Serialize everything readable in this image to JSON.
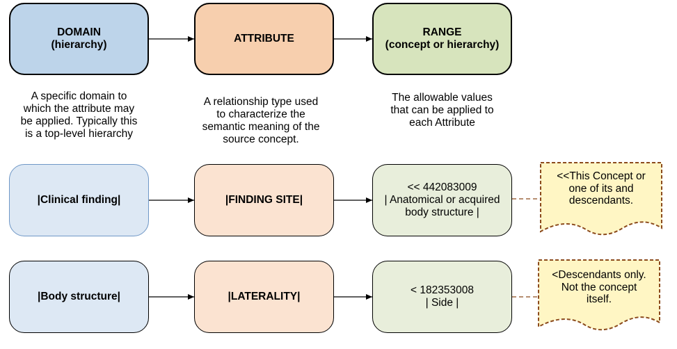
{
  "header": {
    "domain": {
      "line1": "DOMAIN",
      "line2": "(hierarchy)",
      "color": "#bdd4ea"
    },
    "attribute": {
      "line1": "ATTRIBUTE",
      "color": "#f7cfae"
    },
    "range": {
      "line1": "RANGE",
      "line2": "(concept or hierarchy)",
      "color": "#d7e4bd"
    }
  },
  "descriptions": {
    "domain": [
      "A specific domain to",
      "which the attribute may",
      "be applied. Typically this",
      "is a top-level hierarchy"
    ],
    "attribute": [
      "A relationship type used",
      "to characterize the",
      "semantic meaning of the",
      "source concept."
    ],
    "range": [
      "The allowable values",
      "that can be applied to",
      "each Attribute"
    ]
  },
  "rows": [
    {
      "domain": "|Clinical finding|",
      "attribute": "|FINDING SITE|",
      "range": [
        "<< 442083009",
        "| Anatomical or acquired",
        "body structure |"
      ],
      "note": [
        "<<This Concept or",
        "one of its and",
        "descendants."
      ]
    },
    {
      "domain": "|Body structure|",
      "attribute": "|LATERALITY|",
      "range": [
        "< 182353008",
        "| Side |"
      ],
      "note": [
        "<Descendants only.",
        "Not the concept",
        "itself."
      ]
    }
  ],
  "colors": {
    "domain_light": "#dde8f4",
    "attribute_light": "#fbe3d1",
    "range_light": "#e8eedb",
    "note_fill": "#fff6c4",
    "note_border": "#8b4a1c"
  }
}
